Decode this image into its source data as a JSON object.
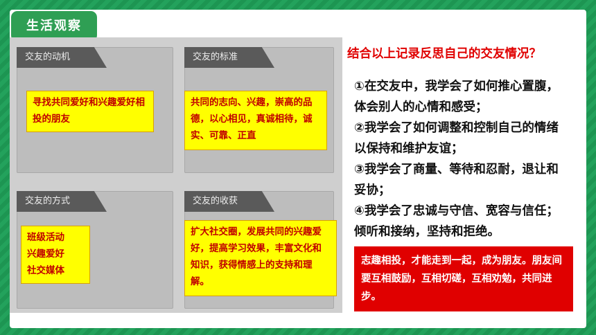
{
  "section_tag": "生活观察",
  "scan": {
    "cards": [
      {
        "title": "交友的动机"
      },
      {
        "title": "交友的标准"
      },
      {
        "title": "交友的方式"
      },
      {
        "title": "交友的收获"
      }
    ]
  },
  "notes": {
    "motive": "寻找共同爱好和兴趣爱好相投的朋友",
    "standard": "共同的志向、兴趣，崇高的品德，以心相见，真诚相待，诚实、可靠、正直",
    "method": [
      "班级活动",
      "兴趣爱好",
      "社交媒体"
    ],
    "gain": "扩大社交圈，发展共同的兴趣爱好，提高学习效果，丰富文化和知识，获得情感上的支持和理解。"
  },
  "reflection": {
    "heading": "结合以上记录反思自己的交友情况？",
    "answers": [
      "①在交友中，我学会了如何推心置腹，体会别人的心情和感受；",
      "②我学会了如何调整和控制自己的情绪以保持和维护友谊；",
      "③我学会了商量、等待和忍耐，退让和妥协；",
      "④我学会了忠诚与守信、宽容与信任；倾听和接纳，坚持和拒绝。"
    ]
  },
  "summary": "志趣相投，才能走到一起，成为朋友。朋友间要互相鼓励，互相切磋，互相劝勉，共同进步。"
}
